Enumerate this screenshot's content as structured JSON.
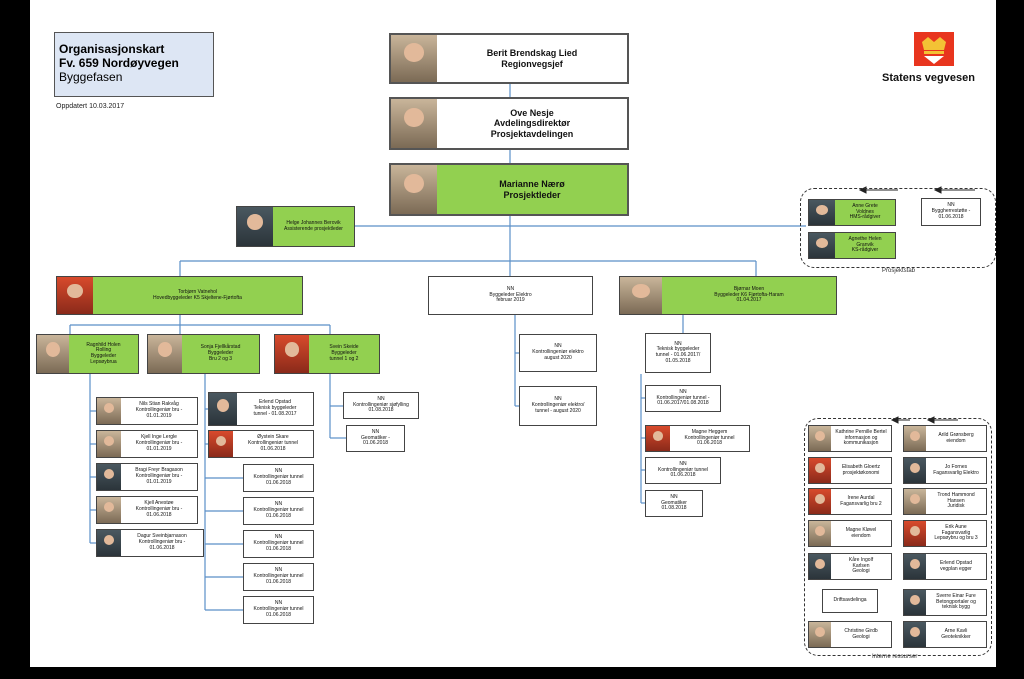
{
  "header": {
    "title_line1": "Organisasjonskart",
    "title_line2": "Fv. 659 Nordøyvegen",
    "title_line3": "Byggefasen",
    "updated": "Oppdatert 10.03.2017",
    "brand": "Statens vegvesen"
  },
  "top": {
    "region_name": "Berit Brendskag Lied",
    "region_role": "Regionvegsjef",
    "dept_name": "Ove Nesje",
    "dept_role1": "Avdelingsdirektør",
    "dept_role2": "Prosjektavdelingen",
    "pl_name": "Marianne Nærø",
    "pl_role": "Prosjektleder",
    "assistant": "Helge Johannes Berovik",
    "assistant_role": "Assisterende prosjektleder"
  },
  "staff": {
    "hms_name": "Anne Grete",
    "hms_name2": "Voldnes",
    "hms_role": "HMS-rådgiver",
    "ks_name": "Agnethe Helen",
    "ks_name2": "Granvik",
    "ks_role": "KS-rådgiver",
    "nn_name": "NN",
    "nn_role": "Byggherrestøtte -",
    "nn_date": "01.06.2018",
    "group_label": "Prosjektstab"
  },
  "branch_left": {
    "name": "Torbjørn Vatnehol",
    "role": "Hovedbyggeleder K5 Skjeltene-Fjørtofta"
  },
  "branch_mid": {
    "name": "NN",
    "role": "Byggeleder Elektro",
    "date": "februar 2019"
  },
  "branch_right": {
    "name": "Bjørnar Moen",
    "role": "Byggeleder K6 Fjørtofta-Haram",
    "date": "01.04.2017"
  },
  "sub_left": {
    "a_name1": "Ragnhild Holen",
    "a_name2": "Rolling",
    "a_role": "Byggeleder",
    "a_where": "Lepsøybrua",
    "b_name": "Sonja Fjellkårstad",
    "b_role": "Byggeleder",
    "b_where": "Bru 2 og 3",
    "c_name": "Svein Skeide",
    "c_role": "Byggeleder",
    "c_where": "tunnel 1 og 2"
  },
  "col1": [
    {
      "name": "Nils Stian Rakvåg",
      "role": "Kontrollingeniør bru -",
      "date": "01.01.2019"
    },
    {
      "name": "Kjell Inge Lergle",
      "role": "Kontrollingeniør bru -",
      "date": "01.01.2019"
    },
    {
      "name": "Bragi Freyr Bragason",
      "role": "Kontrollingeniør bru -",
      "date": "01.01.2019"
    },
    {
      "name": "Kjell Anestøe",
      "role": "Kontrollingeniør bru -",
      "date": "01.06.2018"
    },
    {
      "name": "Dagur Sveinbjarnason",
      "role": "Kontrollingeniør bru -",
      "date": "01.06.2018"
    }
  ],
  "col2_top": [
    {
      "name": "Erlend Opstad",
      "role": "Teknisk byggeleder",
      "date": "tunnel - 01.08.2017"
    },
    {
      "name": "Øystein Skare",
      "role": "Kontrollingeniør tunnel",
      "date": "01.06.2018"
    }
  ],
  "col2_nn": [
    {
      "name": "NN",
      "role": "Kontrollingeniør tunnel",
      "date": "01.06.2018"
    },
    {
      "name": "NN",
      "role": "Kontrollingeniør tunnel",
      "date": "01.06.2018"
    },
    {
      "name": "NN",
      "role": "Kontrollingeniør tunnel",
      "date": "01.06.2018"
    },
    {
      "name": "NN",
      "role": "Kontrollingeniør tunnel",
      "date": "01.06.2018"
    },
    {
      "name": "NN",
      "role": "Kontrollingeniør tunnel",
      "date": "01.06.2018"
    }
  ],
  "col3": [
    {
      "name": "NN",
      "role": "Kontrollingeniør sjøfylling",
      "date": "01.08.2018"
    },
    {
      "name": "NN",
      "role": "Geomatiker -",
      "date": "01.06.2018"
    }
  ],
  "mid_col": [
    {
      "name": "NN",
      "role": "Kontrollingeniør elektro",
      "date": "august 2020"
    },
    {
      "name": "NN",
      "role": "Kontrollingeniør elektro/",
      "date": "tunnel - august 2020"
    }
  ],
  "right_col": [
    {
      "name": "NN",
      "role": "Teknisk byggeleder",
      "role2": "tunnel - 01.06.2017/",
      "date": "01.05.2018"
    },
    {
      "name": "NN",
      "role": "Kontrollingeniør tunnel -",
      "date": "01.06.2017/01.08.2018"
    },
    {
      "name": "Magne Heggem",
      "role": "Kontrollingeniør tunnel",
      "date": "01.06.2018"
    },
    {
      "name": "NN",
      "role": "Kontrollingeniør tunnel",
      "date": "01.06.2018"
    },
    {
      "name": "NN",
      "role": "Geomatiker",
      "date": "01.08.2018"
    }
  ],
  "resources": {
    "label": "Interne ressurser",
    "items": [
      {
        "l1": "Kathrine Pernille Bertel",
        "l2": "informasjon og",
        "l3": "kommunikasjon"
      },
      {
        "l1": "Arild Grønsberg",
        "l2": "eiendom",
        "l3": ""
      },
      {
        "l1": "Elisabeth Gloertz",
        "l2": "prosjektøkonomi",
        "l3": ""
      },
      {
        "l1": "Jo Fornes",
        "l2": "Fagansvarlig Elektro",
        "l3": ""
      },
      {
        "l1": "Irene Aurdal",
        "l2": "Fagansvarlig bru 2",
        "l3": ""
      },
      {
        "l1": "Trond Hammond",
        "l2": "Hansen",
        "l3": "Juridisk"
      },
      {
        "l1": "Magne Kløvel",
        "l2": "eiendom",
        "l3": ""
      },
      {
        "l1": "Erik Aune",
        "l2": "Fagansvarlig",
        "l3": "Lepsøybru og bru 3"
      },
      {
        "l1": "Kåre Ingolf",
        "l2": "Karlsen",
        "l3": "Geologi"
      },
      {
        "l1": "Erlend Opstad",
        "l2": "vegplan egger",
        "l3": ""
      },
      {
        "l1": "Driftsavdelinga",
        "l2": "",
        "l3": ""
      },
      {
        "l1": "Sverre Einar Fure",
        "l2": "Betongportaler og",
        "l3": "teknisk bygg"
      },
      {
        "l1": "Christine Girdb",
        "l2": "Geologi",
        "l3": ""
      },
      {
        "l1": "Arne Kavli",
        "l2": "Geoteknikker",
        "l3": ""
      }
    ]
  },
  "colors": {
    "green": "#92d050",
    "title_bg": "#dde6f4",
    "line": "#5b8fc8",
    "logo_red": "#e8351e"
  }
}
